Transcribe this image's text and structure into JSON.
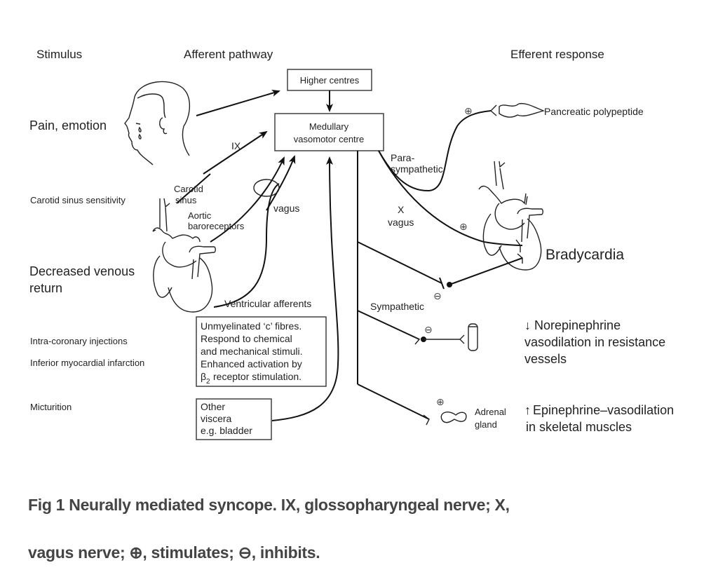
{
  "headers": {
    "stimulus": "Stimulus",
    "afferent": "Afferent pathway",
    "efferent": "Efferent response"
  },
  "stimuli": {
    "pain": "Pain, emotion",
    "carotid": "Carotid sinus sensitivity",
    "venous_1": "Decreased venous",
    "venous_2": "return",
    "intracoronary": "Intra-coronary injections",
    "inferior_mi": "Inferior myocardial infarction",
    "micturition": "Micturition"
  },
  "centres": {
    "higher": "Higher centres",
    "medullary_1": "Medullary",
    "medullary_2": "vasomotor centre"
  },
  "afferent_labels": {
    "ix": "IX",
    "carotid_1": "Carotid",
    "carotid_2": "sinus",
    "aortic_1": "Aortic",
    "aortic_2": "baroreceptors",
    "vagus": "vagus",
    "ventricular": "Ventricular afferents"
  },
  "c_fibre_box": [
    "Unmyelinated ‘c’ fibres.",
    "Respond to chemical",
    "and mechanical stimuli.",
    "Enhanced activation by",
    "receptor stimulation."
  ],
  "beta_symbol": "β",
  "beta_sub": "2",
  "viscera_box": [
    "Other",
    "viscera",
    "e.g. bladder"
  ],
  "efferent_labels": {
    "para_1": "Para-",
    "para_2": "sympathetic",
    "x": "X",
    "vagus": "vagus",
    "sympathetic": "Sympathetic",
    "adrenal_1": "Adrenal",
    "adrenal_2": "gland"
  },
  "responses": {
    "pancreatic": "Pancreatic polypeptide",
    "bradycardia": "Bradycardia",
    "norepi_arrow": "↓",
    "norepi_1": "Norepinephrine",
    "norepi_2": "vasodilation in resistance",
    "norepi_3": "vessels",
    "epi_arrow": "↑",
    "epi_1": "Epinephrine–vasodilation",
    "epi_2": "in skeletal muscles"
  },
  "symbols": {
    "stimulates": "⊕",
    "inhibits": "⊖"
  },
  "caption": {
    "line1": "Fig 1  Neurally mediated syncope. IX, glossopharyngeal nerve; X,",
    "line2": "vagus nerve; ⊕, stimulates; ⊖, inhibits."
  }
}
